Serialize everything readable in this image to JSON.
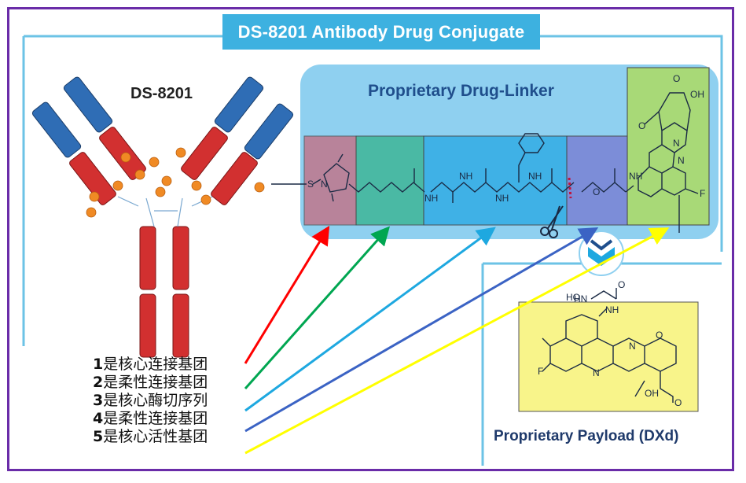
{
  "title": "DS-8201 Antibody Drug Conjugate",
  "antibody_label": "DS-8201",
  "linker_title": "Proprietary Drug-Linker",
  "payload_title": "Proprietary Payload (DXd)",
  "legend": [
    {
      "num": "1",
      "text": "是核心连接基团",
      "color": "#ff0000"
    },
    {
      "num": "2",
      "text": "是柔性连接基团",
      "color": "#00a651"
    },
    {
      "num": "3",
      "text": "是核心酶切序列",
      "color": "#1ea8e0"
    },
    {
      "num": "4",
      "text": "是柔性连接基团",
      "color": "#3b63c4"
    },
    {
      "num": "5",
      "text": "是核心活性基团",
      "color": "#ffff00"
    }
  ],
  "chem_labels": {
    "s": "S",
    "n": "N",
    "nh": "NH",
    "o": "O",
    "oh": "OH",
    "f": "F",
    "hn": "HN"
  },
  "colors": {
    "frame": "#6a2ca8",
    "title_bg": "#3db1e0",
    "linker_bg": "#8fd0f0",
    "heavy_chain": "#d23030",
    "light_chain": "#2f6db5",
    "payload": "#f8f48a",
    "drug_dot": "#f08a24"
  }
}
